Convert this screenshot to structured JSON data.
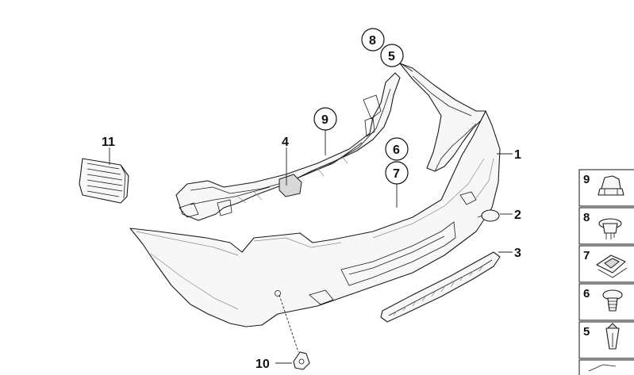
{
  "callouts": {
    "c1": "1",
    "c2": "2",
    "c3": "3",
    "c4": "4",
    "c5": "5",
    "c6": "6",
    "c7": "7",
    "c8": "8",
    "c9": "9",
    "c10": "10",
    "c11": "11"
  },
  "panel": {
    "p9": "9",
    "p8": "8",
    "p7": "7",
    "p6": "6",
    "p5": "5"
  },
  "colors": {
    "line": "#1a1a1a",
    "background": "#ffffff"
  }
}
